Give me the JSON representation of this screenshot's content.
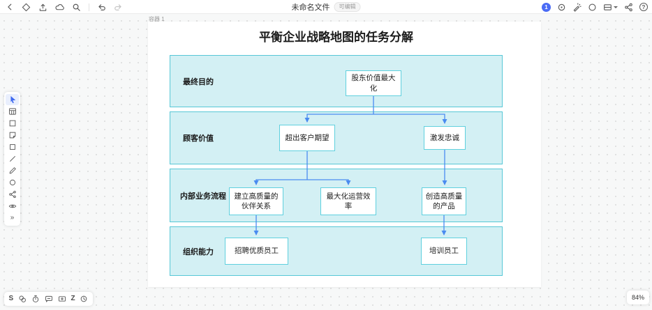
{
  "topbar": {
    "title": "未命名文件",
    "badge": "可编辑",
    "avatar": "1"
  },
  "icons": {
    "help_glyph": "?",
    "more_glyph": "»",
    "ai_glyph": "S",
    "z_glyph": "Z"
  },
  "zoom_control": {
    "value": "84%"
  },
  "frame": {
    "label": "容器 1"
  },
  "diagram": {
    "title": "平衡企业战略地图的任务分解",
    "bands": [
      {
        "label": "最终目的",
        "nodes": [
          {
            "label": "股东价值最大化"
          }
        ]
      },
      {
        "label": "顾客价值",
        "nodes": [
          {
            "label": "超出客户期望"
          },
          {
            "label": "激发忠诚"
          }
        ]
      },
      {
        "label": "内部业务流程",
        "nodes": [
          {
            "label": "建立高质量的伙伴关系"
          },
          {
            "label": "最大化运营效率"
          },
          {
            "label": "创造高质量的产品"
          }
        ]
      },
      {
        "label": "组织能力",
        "nodes": [
          {
            "label": "招聘优质员工"
          },
          {
            "label": "培训员工"
          }
        ]
      }
    ],
    "edges": [
      {
        "from": "股东价值最大化",
        "to": "超出客户期望"
      },
      {
        "from": "股东价值最大化",
        "to": "激发忠诚"
      },
      {
        "from": "超出客户期望",
        "to": "建立高质量的伙伴关系"
      },
      {
        "from": "超出客户期望",
        "to": "最大化运营效率"
      },
      {
        "from": "激发忠诚",
        "to": "创造高质量的产品"
      },
      {
        "from": "建立高质量的伙伴关系",
        "to": "招聘优质员工"
      },
      {
        "from": "创造高质量的产品",
        "to": "培训员工"
      }
    ],
    "colors": {
      "band_fill": "#d3f0f4",
      "band_border": "#57c7d6",
      "node_border": "#5fd0de",
      "node_fill": "#ffffff",
      "connector": "#4a8bf0"
    }
  }
}
